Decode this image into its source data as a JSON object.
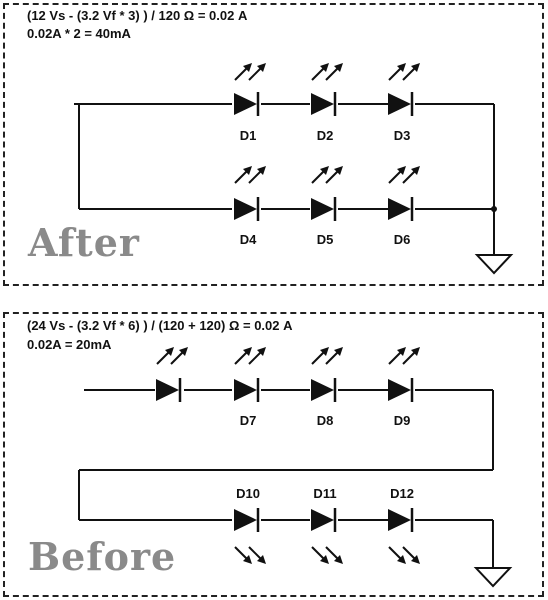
{
  "after": {
    "formula_line1": "(12 Vs - (3.2 Vf * 3) ) / 120 Ω = 0.02 A",
    "formula_line2": "0.02A * 2 = 40mA",
    "title": "After",
    "labels": [
      "D1",
      "D2",
      "D3",
      "D4",
      "D5",
      "D6"
    ]
  },
  "before": {
    "formula_line1": "(24 Vs - (3.2 Vf * 6) ) / (120 + 120) Ω = 0.02 A",
    "formula_line2": "0.02A = 20mA",
    "title": "Before",
    "labels": [
      "D7",
      "D8",
      "D9",
      "D10",
      "D11",
      "D12"
    ]
  }
}
